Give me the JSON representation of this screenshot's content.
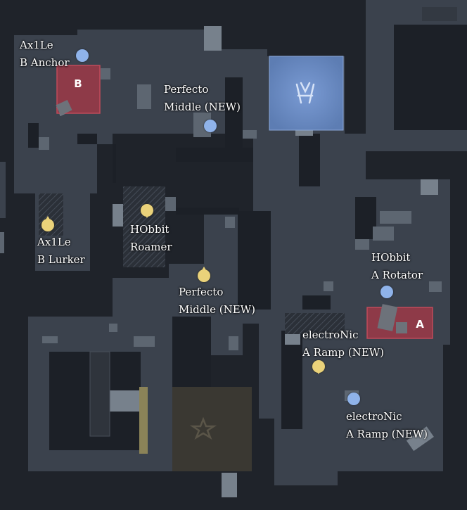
{
  "map": {
    "sites": [
      {
        "label": "B"
      },
      {
        "label": "A"
      }
    ],
    "spawns": [
      {
        "side": "CT",
        "icon": "ct-spawn-icon",
        "color": "#6e8fc7"
      },
      {
        "side": "T",
        "icon": "t-spawn-icon",
        "color": "#3a3832"
      }
    ],
    "colors": {
      "ct_player": "#8fb3ea",
      "t_player": "#ead27a",
      "site_zone": "#8e3a48",
      "floor": "#3b424d",
      "background": "#1f232a"
    }
  },
  "players": [
    {
      "side": "CT",
      "name": "Ax1Le",
      "role": "B Anchor"
    },
    {
      "side": "CT",
      "name": "Perfecto",
      "role": "Middle (NEW)"
    },
    {
      "side": "T",
      "name": "Ax1Le",
      "role": "B Lurker"
    },
    {
      "side": "T",
      "name": "HObbit",
      "role": "Roamer"
    },
    {
      "side": "T",
      "name": "Perfecto",
      "role": "Middle (NEW)"
    },
    {
      "side": "CT",
      "name": "HObbit",
      "role": "A Rotator"
    },
    {
      "side": "T",
      "name": "electroNic",
      "role": "A Ramp (NEW)"
    },
    {
      "side": "CT",
      "name": "electroNic",
      "role": "A Ramp (NEW)"
    }
  ]
}
